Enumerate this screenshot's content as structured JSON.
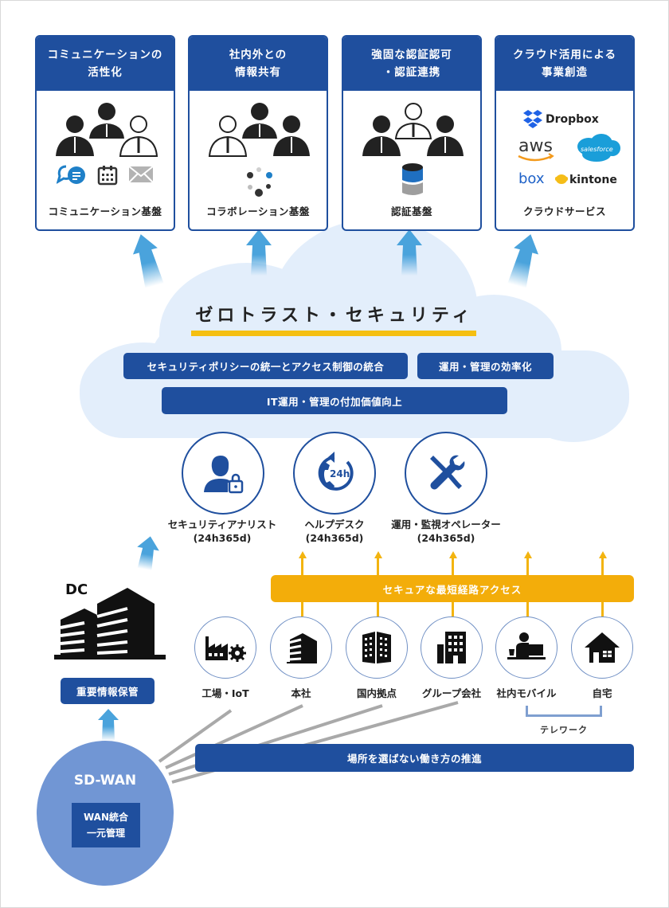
{
  "cards": [
    {
      "title": "コミュニケーションの\n活性化",
      "footer": "コミュニケーション基盤",
      "icons": [
        "people-group-icon",
        "chat-bubbles-icon",
        "calendar-icon",
        "mail-icon"
      ]
    },
    {
      "title": "社内外との\n情報共有",
      "footer": "コラボレーション基盤",
      "icons": [
        "people-group-icon",
        "collaboration-dots-icon"
      ]
    },
    {
      "title": "強固な認証認可\n・認証連携",
      "footer": "認証基盤",
      "icons": [
        "people-group-icon",
        "database-icon"
      ]
    },
    {
      "title": "クラウド活用による\n事業創造",
      "footer": "クラウドサービス",
      "logos": [
        "Dropbox",
        "aws",
        "salesforce",
        "box",
        "kintone"
      ]
    }
  ],
  "cloud": {
    "title": "ゼロトラスト・セキュリティ",
    "pills": [
      "セキュリティポリシーの統一とアクセス制御の統合",
      "運用・管理の効率化",
      "IT運用・管理の付加価値向上"
    ]
  },
  "services": [
    {
      "label": "セキュリティアナリスト\n(24h365d)",
      "icon": "security-analyst-lock-icon"
    },
    {
      "label": "ヘルプデスク\n(24h365d)",
      "icon": "phone-24h-icon",
      "badge": "24h"
    },
    {
      "label": "運用・監視オペレーター\n(24h365d)",
      "icon": "wrench-screwdriver-icon"
    }
  ],
  "access_bar": "セキュアな最短経路アクセス",
  "locations": [
    {
      "label": "工場・IoT",
      "icon": "factory-gear-icon"
    },
    {
      "label": "本社",
      "icon": "headquarters-building-icon"
    },
    {
      "label": "国内拠点",
      "icon": "office-building-icon"
    },
    {
      "label": "グループ会社",
      "icon": "group-company-building-icon"
    },
    {
      "label": "社内モバイル",
      "icon": "mobile-worker-desk-icon"
    },
    {
      "label": "自宅",
      "icon": "home-icon"
    }
  ],
  "telework": "テレワーク",
  "dc": {
    "label": "DC",
    "badge": "重要情報保管"
  },
  "sdwan": {
    "title": "SD-WAN",
    "box": "WAN統合\n一元管理"
  },
  "workstyle_bar": "場所を選ばない働き方の推進",
  "colors": {
    "primary_blue": "#1f4f9e",
    "accent_yellow": "#f3ad0a",
    "arrow_blue": "#4aa3dc",
    "cloud": "#e3eefb",
    "sdwan": "#7196d4"
  }
}
